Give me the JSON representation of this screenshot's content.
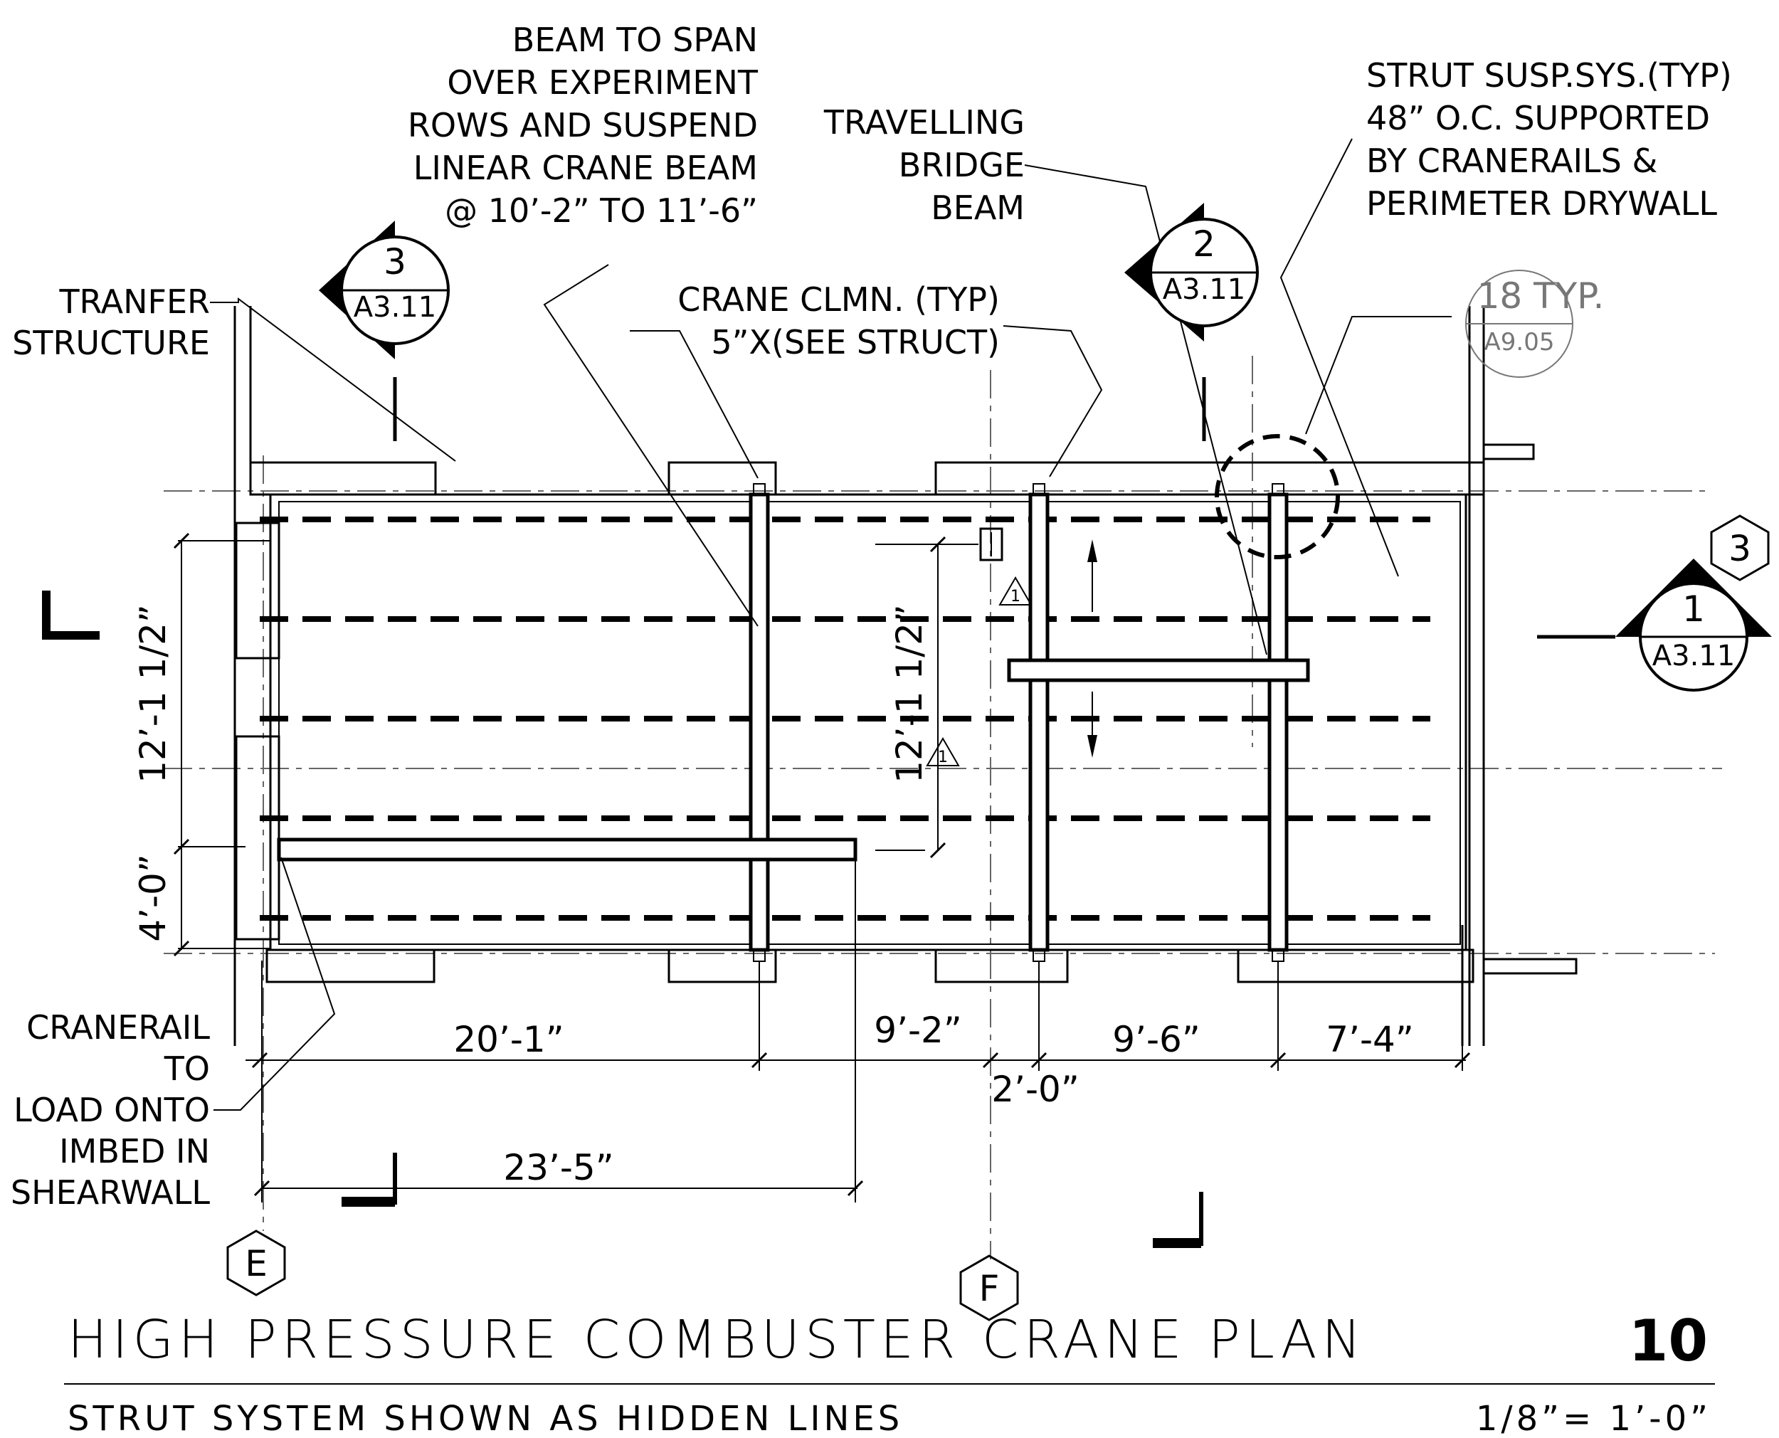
{
  "notes": {
    "beam_span": [
      "BEAM TO SPAN",
      "OVER EXPERIMENT",
      "ROWS AND SUSPEND",
      "LINEAR CRANE BEAM",
      "@ 10’-2” TO 11’-6”"
    ],
    "travelling": [
      "TRAVELLING",
      "BRIDGE",
      "BEAM"
    ],
    "strut": [
      "STRUT SUSP.SYS.(TYP)",
      "48” O.C. SUPPORTED",
      "BY CRANERAILS &",
      "PERIMETER DRYWALL"
    ],
    "transfer": [
      "TRANFER",
      "STRUCTURE"
    ],
    "crane_clmn": [
      "CRANE CLMN. (TYP)",
      "5”X(SEE STRUCT)"
    ],
    "cranerail": [
      "CRANERAIL",
      "TO",
      "LOAD ONTO",
      "IMBED IN",
      "SHEARWALL"
    ]
  },
  "sections": [
    {
      "num": "3",
      "sheet": "A3.11"
    },
    {
      "num": "2",
      "sheet": "A3.11"
    },
    {
      "num": "1",
      "sheet": "A3.11"
    }
  ],
  "detail": {
    "num": "18 TYP.",
    "sheet": "A9.05"
  },
  "grid": {
    "e": "E",
    "f": "F",
    "row3": "3"
  },
  "revision": "1",
  "dims": {
    "d1": "20’-1”",
    "d2": "9’-2”",
    "d3": "2’-0”",
    "d4": "9’-6”",
    "d5": "7’-4”",
    "d6": "23’-5”",
    "v1": "12’-1 1/2”",
    "v2": "12’-1 1/2”",
    "v3": "4’-0”"
  },
  "title": {
    "main": "HIGH PRESSURE COMBUSTER CRANE PLAN",
    "number": "10",
    "subtitle": "STRUT SYSTEM SHOWN AS HIDDEN LINES",
    "scale": "1/8”= 1’-0”"
  }
}
